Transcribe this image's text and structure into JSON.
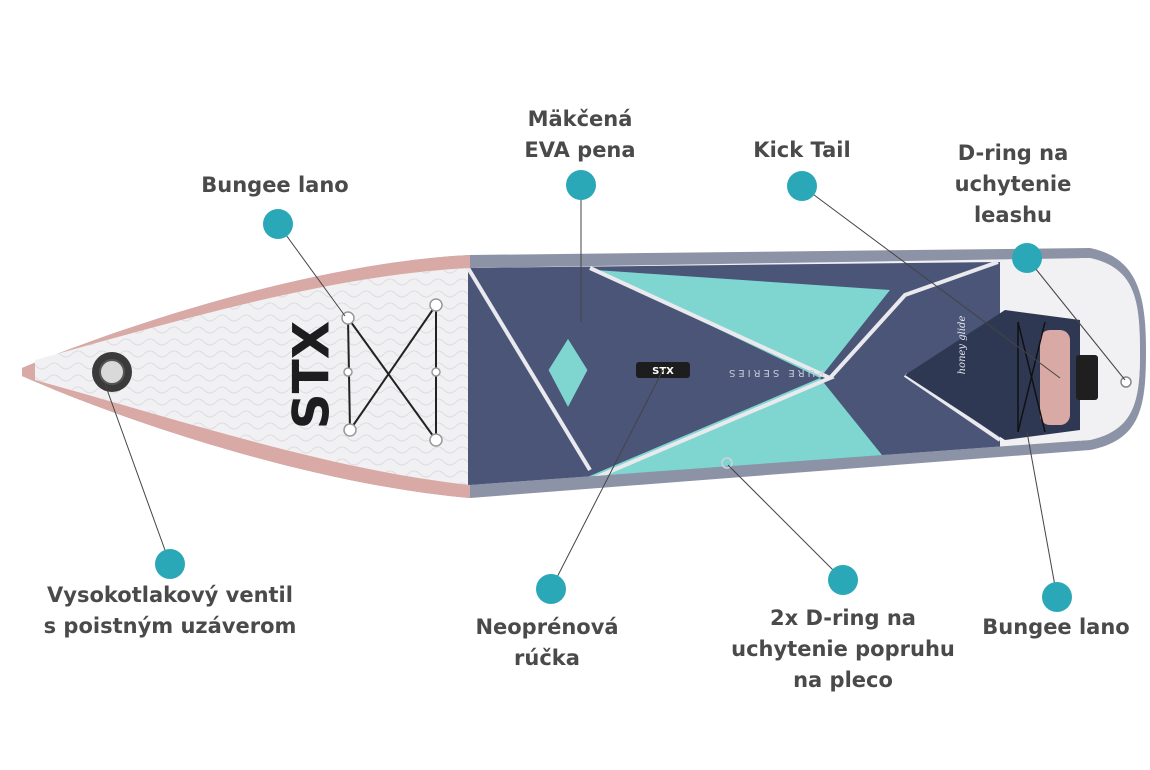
{
  "colors": {
    "dot": "#2aa8b8",
    "label_text": "#4a4a4a",
    "board_white": "#f1f1f3",
    "navy": "#4a5578",
    "mint": "#7fd6d0",
    "rail_pink": "#d9aaa5",
    "rail_grey": "#8d93a6"
  },
  "board": {
    "brand_logo": "STX",
    "series_text": "PURE SERIES",
    "handle_logo": "STX",
    "deck_script": "honey glide"
  },
  "callouts": [
    {
      "id": "bungee-front",
      "lines": [
        "Bungee lano"
      ]
    },
    {
      "id": "eva-foam",
      "lines": [
        "Mäkčená",
        "EVA pena"
      ]
    },
    {
      "id": "kick-tail",
      "lines": [
        "Kick Tail"
      ]
    },
    {
      "id": "leash-dring",
      "lines": [
        "D-ring na",
        "uchytenie",
        "leashu"
      ]
    },
    {
      "id": "valve",
      "lines": [
        "Vysokotlakový ventil",
        "s poistným uzáverom"
      ]
    },
    {
      "id": "handle",
      "lines": [
        "Neoprénová",
        "rúčka"
      ]
    },
    {
      "id": "shoulder-dring",
      "lines": [
        "2x D-ring na",
        "uchytenie popruhu",
        "na pleco"
      ]
    },
    {
      "id": "bungee-rear",
      "lines": [
        "Bungee lano"
      ]
    }
  ]
}
